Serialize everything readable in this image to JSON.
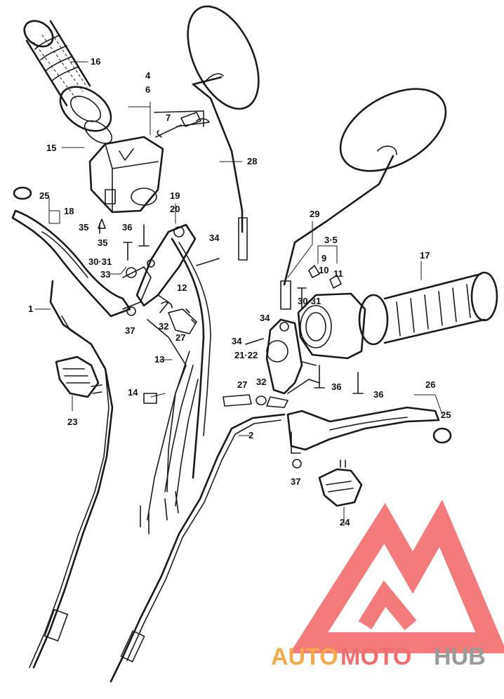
{
  "colors": {
    "ink": "#1a1a1a",
    "logo_red": "#f26d6d",
    "logo_orange": "#f4a94a",
    "logo_gray": "#9a9a9a"
  },
  "labels": [
    {
      "id": "l16",
      "text": "16"
    },
    {
      "id": "l4",
      "text": "4"
    },
    {
      "id": "l6",
      "text": "6"
    },
    {
      "id": "l7",
      "text": "7"
    },
    {
      "id": "l15",
      "text": "15"
    },
    {
      "id": "l28",
      "text": "28"
    },
    {
      "id": "l25a",
      "text": "25"
    },
    {
      "id": "l18",
      "text": "18"
    },
    {
      "id": "l19",
      "text": "19"
    },
    {
      "id": "l20",
      "text": "20"
    },
    {
      "id": "l35a",
      "text": "35"
    },
    {
      "id": "l36a",
      "text": "36"
    },
    {
      "id": "l34a",
      "text": "34"
    },
    {
      "id": "l29",
      "text": "29"
    },
    {
      "id": "l35b",
      "text": "35"
    },
    {
      "id": "l3031a",
      "text": "30·31"
    },
    {
      "id": "l33",
      "text": "33"
    },
    {
      "id": "l1",
      "text": "1"
    },
    {
      "id": "l12",
      "text": "12"
    },
    {
      "id": "l35c",
      "text": "3·5"
    },
    {
      "id": "l9",
      "text": "9"
    },
    {
      "id": "l10",
      "text": "10"
    },
    {
      "id": "l11",
      "text": "11"
    },
    {
      "id": "l17",
      "text": "17"
    },
    {
      "id": "l3031b",
      "text": "30·31"
    },
    {
      "id": "l37a",
      "text": "37"
    },
    {
      "id": "l32a",
      "text": "32"
    },
    {
      "id": "l27a",
      "text": "27"
    },
    {
      "id": "l34b",
      "text": "34"
    },
    {
      "id": "l34c",
      "text": "34"
    },
    {
      "id": "l2122",
      "text": "21·22"
    },
    {
      "id": "l13",
      "text": "13"
    },
    {
      "id": "l23",
      "text": "23"
    },
    {
      "id": "l14",
      "text": "14"
    },
    {
      "id": "l27b",
      "text": "27"
    },
    {
      "id": "l32b",
      "text": "32"
    },
    {
      "id": "l36b",
      "text": "36"
    },
    {
      "id": "l36c",
      "text": "36"
    },
    {
      "id": "l26",
      "text": "26"
    },
    {
      "id": "l25b",
      "text": "25"
    },
    {
      "id": "l2",
      "text": "2"
    },
    {
      "id": "l37b",
      "text": "37"
    },
    {
      "id": "l24",
      "text": "24"
    }
  ],
  "watermark": {
    "part1": "AUTO",
    "part2": "MOTO",
    "part3": "HUB"
  }
}
